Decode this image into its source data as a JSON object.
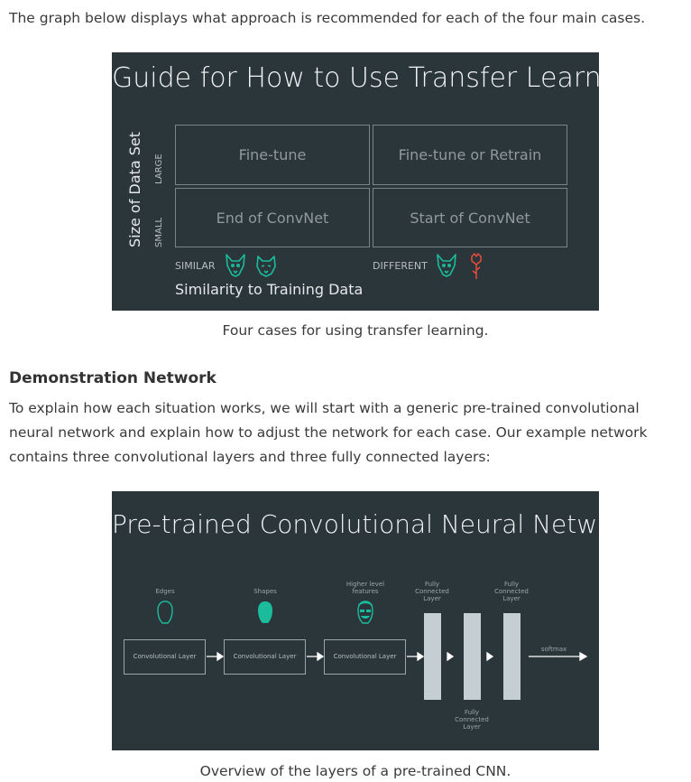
{
  "intro_text": "The graph below displays what approach is recommended for each of the four main cases.",
  "figure1": {
    "title": "Guide for How to Use Transfer Learning",
    "cells": {
      "large_similar": "Fine-tune",
      "large_different": "Fine-tune or Retrain",
      "small_similar": "End of ConvNet",
      "small_different": "Start of ConvNet"
    },
    "y_axis_label": "Size of Data Set",
    "y_large": "LARGE",
    "y_small": "SMALL",
    "x_similar": "SIMILAR",
    "x_different": "DIFFERENT",
    "x_axis_label": "Similarity to Training Data",
    "colors": {
      "teal": "#1abc9c",
      "red": "#e74c3c"
    },
    "icons": [
      "dog-icon",
      "wolf-icon",
      "dog-icon",
      "rose-icon"
    ]
  },
  "caption1": "Four cases for using transfer learning.",
  "section_heading": "Demonstration Network",
  "demo_text": "To explain how each situation works, we will start with a generic pre-trained convolutional neural network and explain how to adjust the network for each case. Our example network contains three convolutional layers and three fully connected layers:",
  "figure2": {
    "title": "Pre-trained Convolutional Neural Network",
    "feature_labels": [
      "Edges",
      "Shapes",
      "Higher level features"
    ],
    "conv_label": "Convolutional Layer",
    "fc_label": "Fully Connected Layer",
    "softmax_label": "softmax",
    "icons": [
      "head-outline-icon",
      "head-filled-icon",
      "face-features-icon"
    ]
  },
  "caption2": "Overview of the layers of a pre-trained CNN."
}
